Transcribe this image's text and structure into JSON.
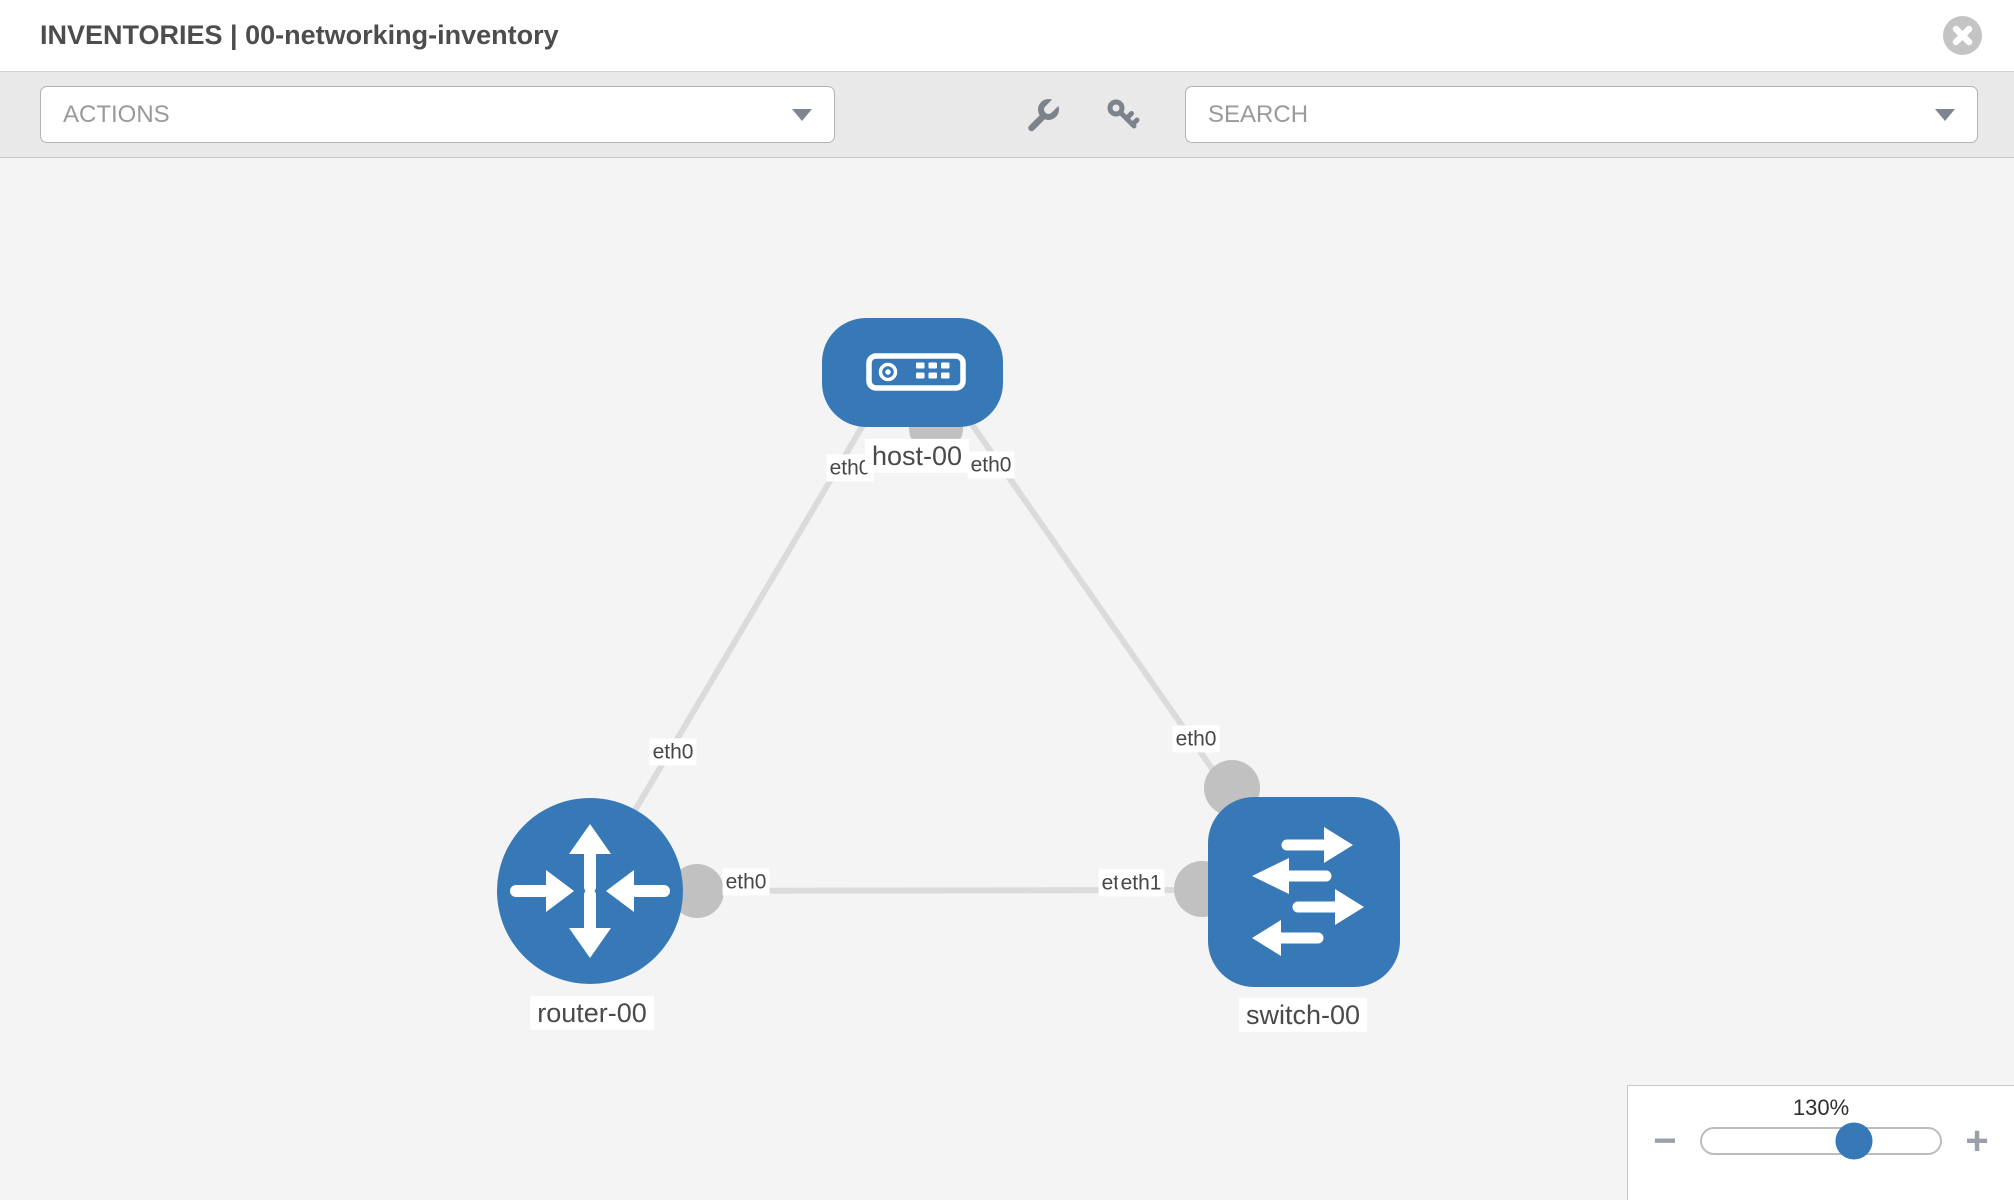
{
  "header": {
    "title": "INVENTORIES | 00-networking-inventory"
  },
  "toolbar": {
    "actions_label": "ACTIONS",
    "search_label": "SEARCH"
  },
  "topology": {
    "nodes": {
      "host": {
        "label": "host-00",
        "type": "host"
      },
      "router": {
        "label": "router-00",
        "type": "router"
      },
      "switch": {
        "label": "switch-00",
        "type": "switch"
      }
    },
    "interfaces": {
      "host_if_left": "eth0",
      "host_if_right": "eth0",
      "router_if_uplink": "eth0",
      "switch_if_uplink": "eth0",
      "router_if_lan": "eth0",
      "switch_if_lan_a": "eth0",
      "switch_if_lan_b": "eth1"
    },
    "links": [
      {
        "from": "host-00",
        "to": "router-00"
      },
      {
        "from": "host-00",
        "to": "switch-00"
      },
      {
        "from": "router-00",
        "to": "switch-00"
      }
    ]
  },
  "zoom_control": {
    "level": "130%",
    "minus": "−",
    "plus": "+"
  },
  "colors": {
    "node_blue": "#3779b7",
    "link_gray": "#dbdbdb",
    "connector_gray": "#c1c1c1",
    "toolbar_bg": "#e9e9e9",
    "canvas_bg": "#f4f4f4"
  }
}
